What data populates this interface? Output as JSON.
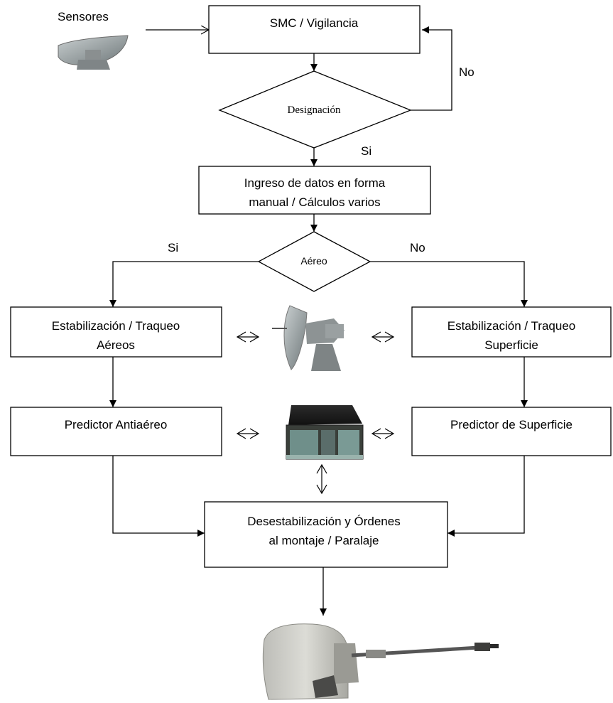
{
  "sensors_label": "Sensores",
  "nodes": {
    "smc": "SMC / Vigilancia",
    "designacion": "Designación",
    "ingreso_line1": "Ingreso de datos en forma",
    "ingreso_line2": "manual / Cálculos varios",
    "aereo": "Aéreo",
    "estab_air_line1": "Estabilización / Traqueo",
    "estab_air_line2": "Aéreos",
    "estab_surf_line1": "Estabilización / Traqueo",
    "estab_surf_line2": "Superficie",
    "predictor_air": "Predictor Antiaéreo",
    "predictor_surf": "Predictor de Superficie",
    "desestab_line1": "Desestabilización y Órdenes",
    "desestab_line2": "al montaje / Paralaje"
  },
  "edge_labels": {
    "designacion_no": "No",
    "designacion_si": "Si",
    "aereo_si": "Si",
    "aereo_no": "No"
  },
  "images": {
    "sensor": "radar-dish-icon",
    "tracker": "tracking-radar-icon",
    "computer": "fire-control-computer-icon",
    "gun": "naval-gun-mount-icon"
  }
}
